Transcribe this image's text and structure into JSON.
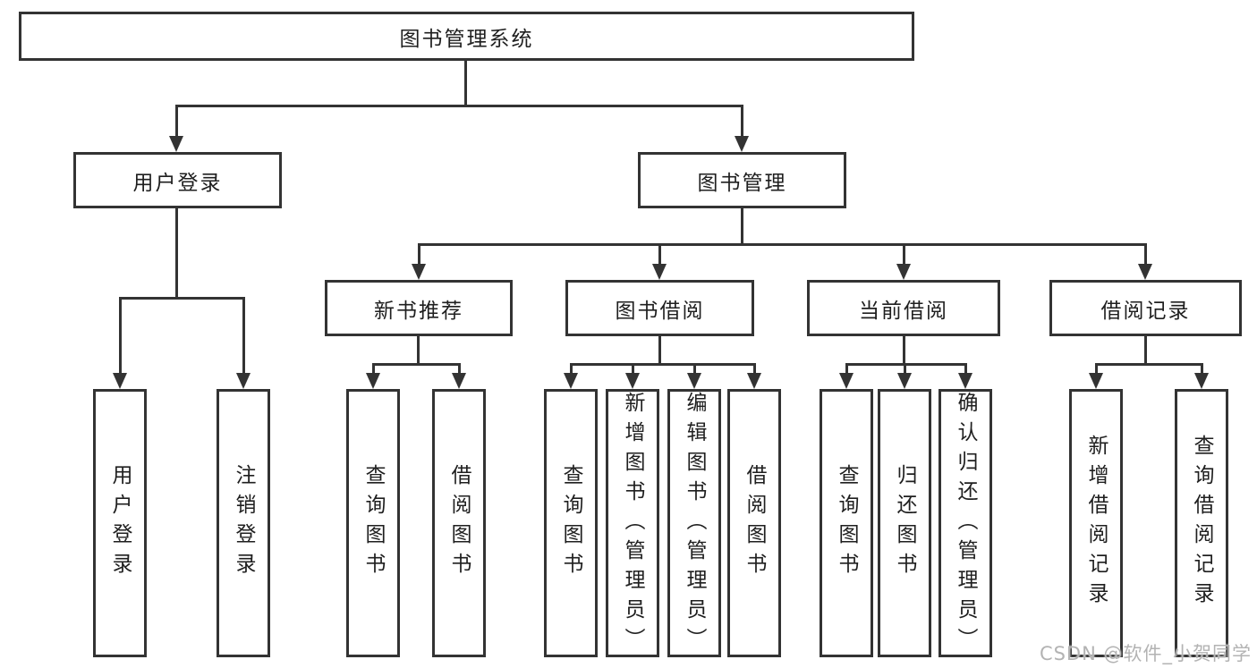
{
  "tree": {
    "label": "图书管理系统",
    "children": [
      {
        "label": "用户登录",
        "children": [
          {
            "label": "用户登录"
          },
          {
            "label": "注销登录"
          }
        ]
      },
      {
        "label": "图书管理",
        "children": [
          {
            "label": "新书推荐",
            "children": [
              {
                "label": "查询图书"
              },
              {
                "label": "借阅图书"
              }
            ]
          },
          {
            "label": "图书借阅",
            "children": [
              {
                "label": "查询图书"
              },
              {
                "label": "新增图书（管理员）"
              },
              {
                "label": "编辑图书（管理员）"
              },
              {
                "label": "借阅图书"
              }
            ]
          },
          {
            "label": "当前借阅",
            "children": [
              {
                "label": "查询图书"
              },
              {
                "label": "归还图书"
              },
              {
                "label": "确认归还（管理员）"
              }
            ]
          },
          {
            "label": "借阅记录",
            "children": [
              {
                "label": "新增借阅记录"
              },
              {
                "label": "查询借阅记录"
              }
            ]
          }
        ]
      }
    ]
  },
  "watermark": {
    "text": "CSDN @软件_小贺同学"
  },
  "colors": {
    "line": "#333333",
    "text": "#1f1f1f",
    "box_background": "#ffffff",
    "watermark": "#b3b3b3",
    "page_background": "#ffffff"
  }
}
